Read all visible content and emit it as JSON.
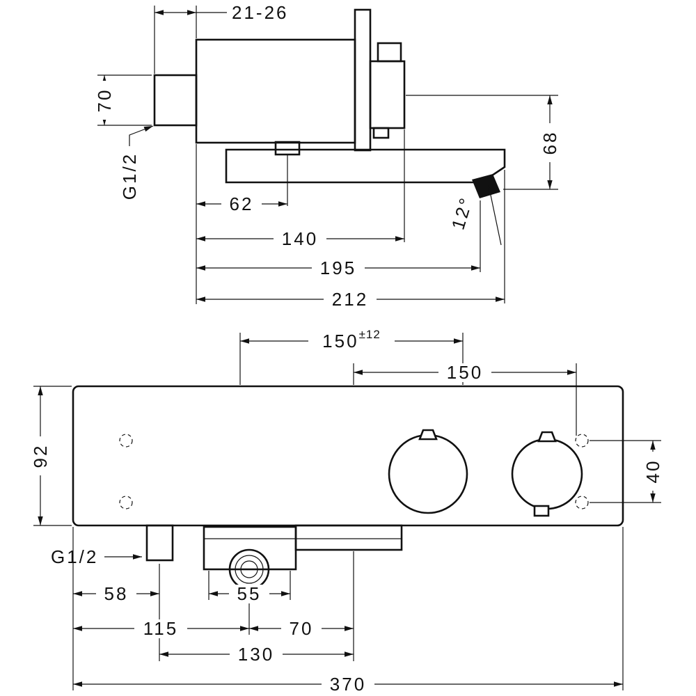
{
  "colors": {
    "background": "#ffffff",
    "line": "#111111"
  },
  "side_view": {
    "dim_wall_depth": "21-26",
    "dim_inlet_height": "70",
    "label_inlet_thread": "G1/2",
    "dim_screw_offset": "62",
    "dim_handle_depth": "140",
    "dim_outlet_depth": "195",
    "dim_total_depth": "212",
    "dim_outlet_height": "68",
    "dim_spout_angle": "12°"
  },
  "plan_view": {
    "dim_connection_spacing": "150",
    "dim_connection_tolerance": "±12",
    "dim_handle_spacing": "150",
    "dim_body_height": "92",
    "dim_port_spacing": "40",
    "label_inlet_thread": "G1/2",
    "dim_inlet_offset": "58",
    "dim_aerator_width": "55",
    "dim_spout_offset": "115",
    "dim_spout_to_axis": "70",
    "dim_inlet_to_axis": "130",
    "dim_total_width": "370"
  }
}
